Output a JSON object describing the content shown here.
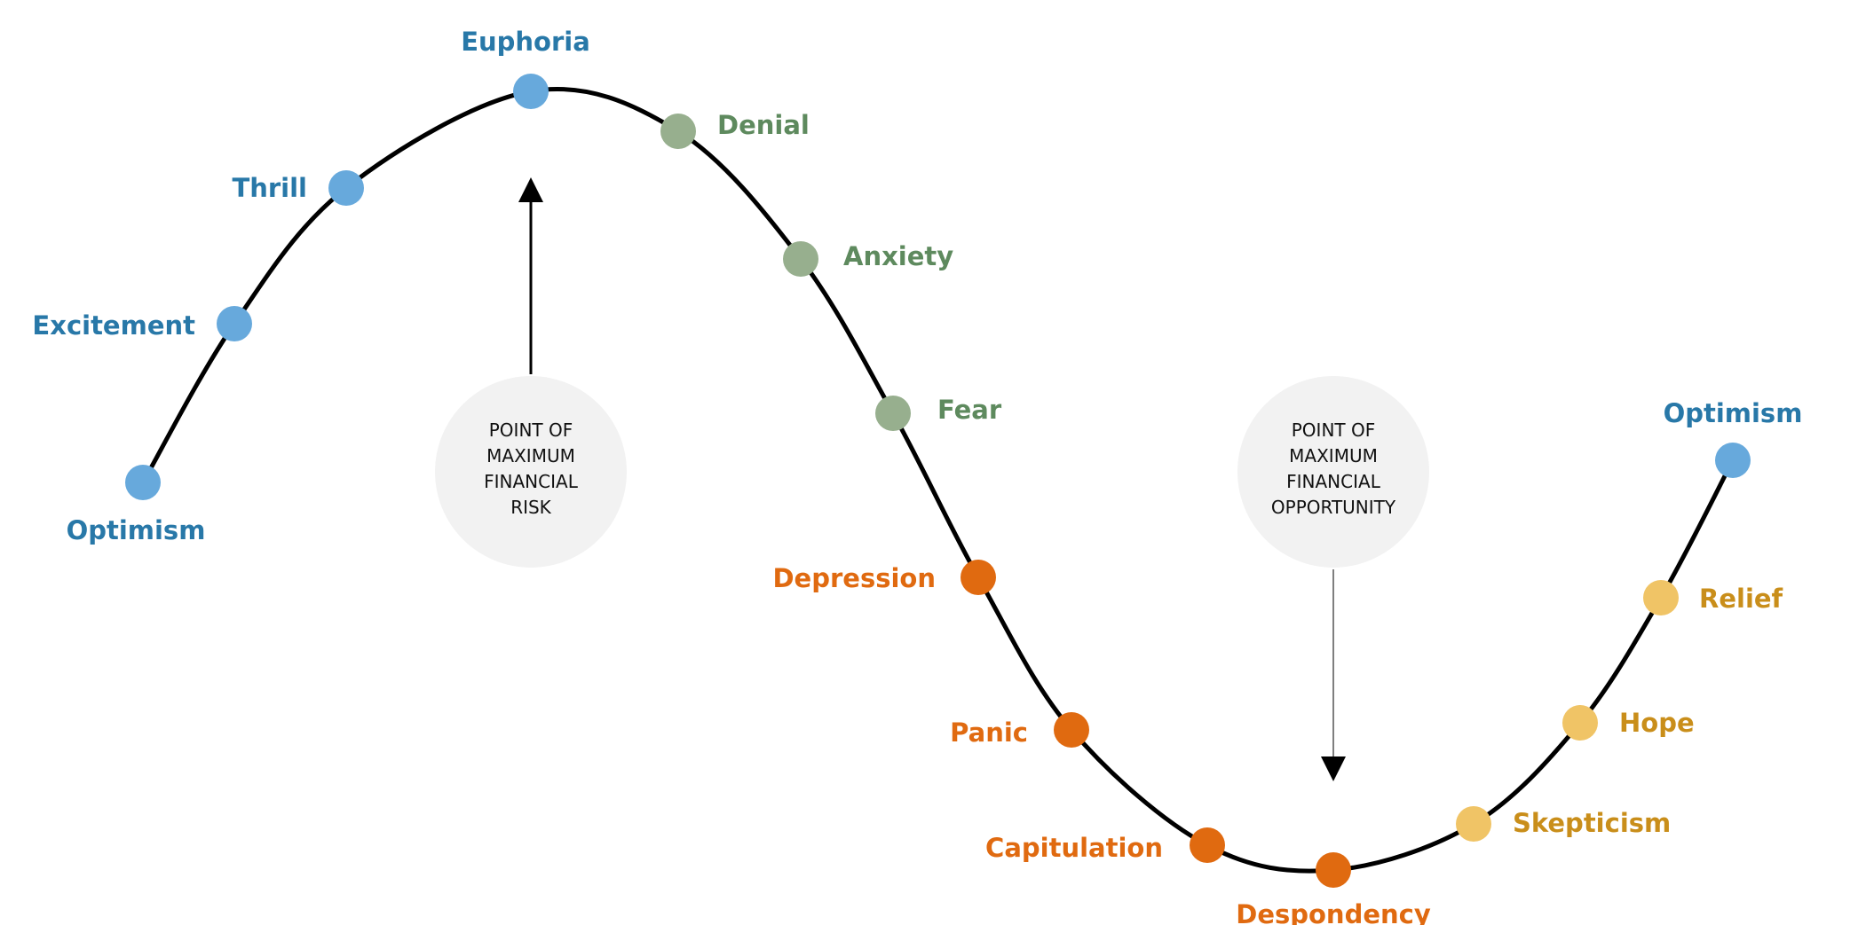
{
  "colors": {
    "euphoria_phase": "#2878A8",
    "euphoria_dot": "#67A9DC",
    "denial_phase": "#5E8A5E",
    "denial_dot": "#97AF8E",
    "panic_phase": "#D9690F",
    "panic_dot": "#E06A10",
    "recovery_phase": "#C98E1A",
    "recovery_dot": "#F0C466",
    "curve": "#000000",
    "bubble": "#F2F2F2"
  },
  "stages": [
    {
      "label": "Optimism",
      "phase": "euphoria"
    },
    {
      "label": "Excitement",
      "phase": "euphoria"
    },
    {
      "label": "Thrill",
      "phase": "euphoria"
    },
    {
      "label": "Euphoria",
      "phase": "euphoria"
    },
    {
      "label": "Denial",
      "phase": "denial"
    },
    {
      "label": "Anxiety",
      "phase": "denial"
    },
    {
      "label": "Fear",
      "phase": "denial"
    },
    {
      "label": "Depression",
      "phase": "panic"
    },
    {
      "label": "Panic",
      "phase": "panic"
    },
    {
      "label": "Capitulation",
      "phase": "panic"
    },
    {
      "label": "Despondency",
      "phase": "panic"
    },
    {
      "label": "Skepticism",
      "phase": "recovery"
    },
    {
      "label": "Hope",
      "phase": "recovery"
    },
    {
      "label": "Relief",
      "phase": "recovery"
    },
    {
      "label": "Optimism",
      "phase": "euphoria"
    }
  ],
  "callouts": {
    "risk": {
      "lines": [
        "POINT OF",
        "MAXIMUM",
        "FINANCIAL",
        "RISK"
      ]
    },
    "opportunity": {
      "lines": [
        "POINT OF",
        "MAXIMUM",
        "FINANCIAL",
        "OPPORTUNITY"
      ]
    }
  }
}
